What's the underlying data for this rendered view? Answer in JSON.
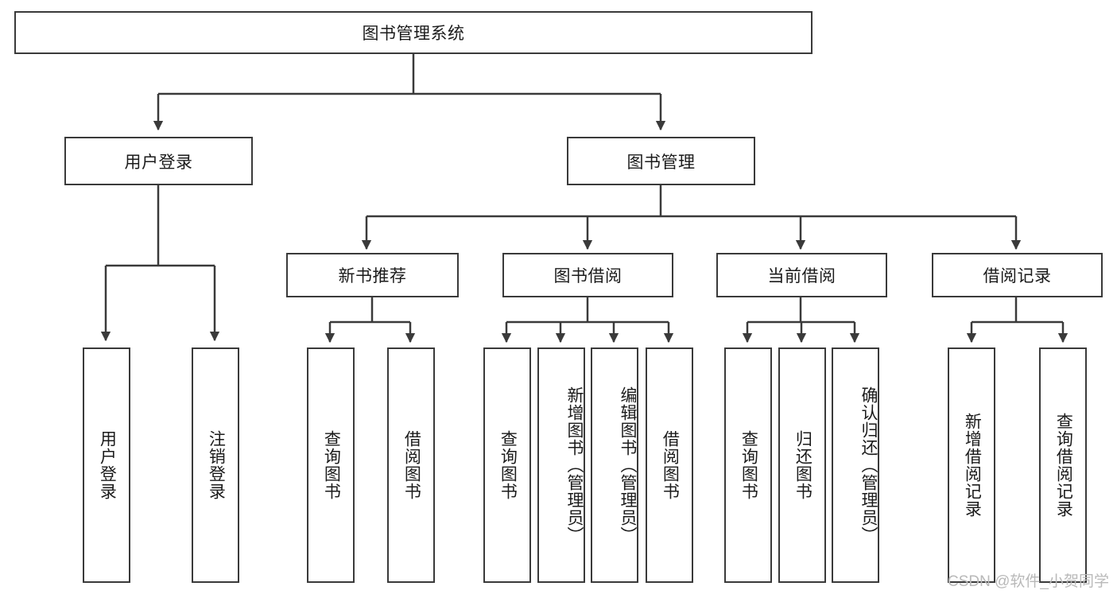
{
  "diagram": {
    "title": "图书管理系统",
    "type": "tree",
    "style": {
      "box_border_color": "#3a3a3a",
      "box_fill_color": "#ffffff",
      "line_color": "#3a3a3a",
      "text_color": "#1b1b1b",
      "background": "#ffffff"
    },
    "nodes": {
      "root": {
        "label": "图书管理系统",
        "orientation": "horizontal"
      },
      "user_login": {
        "label": "用户登录",
        "orientation": "horizontal"
      },
      "book_manage": {
        "label": "图书管理",
        "orientation": "horizontal"
      },
      "new_book_rec": {
        "label": "新书推荐",
        "orientation": "horizontal"
      },
      "book_borrow": {
        "label": "图书借阅",
        "orientation": "horizontal"
      },
      "current_borrow": {
        "label": "当前借阅",
        "orientation": "horizontal"
      },
      "borrow_record": {
        "label": "借阅记录",
        "orientation": "horizontal"
      },
      "leaf_user_login": {
        "label": "用户登录",
        "orientation": "vertical"
      },
      "leaf_logout": {
        "label": "注销登录",
        "orientation": "vertical"
      },
      "leaf_rec_query": {
        "label": "查询图书",
        "orientation": "vertical"
      },
      "leaf_rec_borrow": {
        "label": "借阅图书",
        "orientation": "vertical"
      },
      "leaf_borrow_query": {
        "label": "查询图书",
        "orientation": "vertical"
      },
      "leaf_add_book": {
        "label": "新增图书（管理员）",
        "orientation": "vertical"
      },
      "leaf_edit_book": {
        "label": "编辑图书（管理员）",
        "orientation": "vertical"
      },
      "leaf_borrow_book": {
        "label": "借阅图书",
        "orientation": "vertical"
      },
      "leaf_cur_query": {
        "label": "查询图书",
        "orientation": "vertical"
      },
      "leaf_return_book": {
        "label": "归还图书",
        "orientation": "vertical"
      },
      "leaf_confirm_return": {
        "label": "确认归还（管理员）",
        "orientation": "vertical"
      },
      "leaf_add_record": {
        "label": "新增借阅记录",
        "orientation": "vertical"
      },
      "leaf_query_record": {
        "label": "查询借阅记录",
        "orientation": "vertical"
      }
    },
    "edges": [
      {
        "from": "root",
        "to": "user_login"
      },
      {
        "from": "root",
        "to": "book_manage"
      },
      {
        "from": "user_login",
        "to": "leaf_user_login"
      },
      {
        "from": "user_login",
        "to": "leaf_logout"
      },
      {
        "from": "book_manage",
        "to": "new_book_rec"
      },
      {
        "from": "book_manage",
        "to": "book_borrow"
      },
      {
        "from": "book_manage",
        "to": "current_borrow"
      },
      {
        "from": "book_manage",
        "to": "borrow_record"
      },
      {
        "from": "new_book_rec",
        "to": "leaf_rec_query"
      },
      {
        "from": "new_book_rec",
        "to": "leaf_rec_borrow"
      },
      {
        "from": "book_borrow",
        "to": "leaf_borrow_query"
      },
      {
        "from": "book_borrow",
        "to": "leaf_add_book"
      },
      {
        "from": "book_borrow",
        "to": "leaf_edit_book"
      },
      {
        "from": "book_borrow",
        "to": "leaf_borrow_book"
      },
      {
        "from": "current_borrow",
        "to": "leaf_cur_query"
      },
      {
        "from": "current_borrow",
        "to": "leaf_return_book"
      },
      {
        "from": "current_borrow",
        "to": "leaf_confirm_return"
      },
      {
        "from": "borrow_record",
        "to": "leaf_add_record"
      },
      {
        "from": "borrow_record",
        "to": "leaf_query_record"
      }
    ]
  },
  "watermark": {
    "text": "CSDN @软件_小贺同学"
  }
}
